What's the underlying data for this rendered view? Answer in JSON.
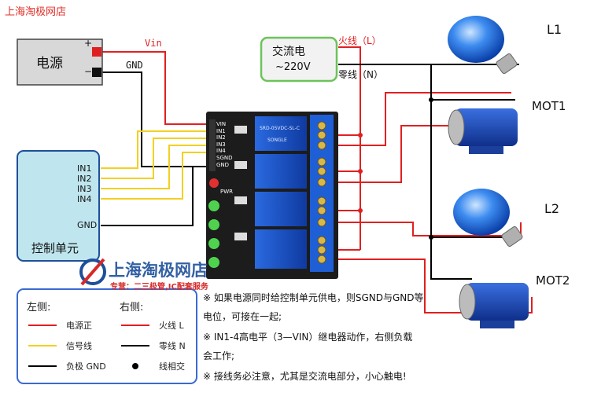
{
  "shop_name": "上海淘极网店",
  "power_supply": {
    "title": "电源",
    "plus": "+",
    "minus": "−",
    "vin_label": "Vin",
    "gnd_label": "GND"
  },
  "ac_source": {
    "line1": "交流电",
    "line2": "~220V",
    "live_label": "火线（L）",
    "neutral_label": "零线（N）"
  },
  "control_unit": {
    "title": "控制单元",
    "pins": [
      "IN1",
      "IN2",
      "IN3",
      "IN4"
    ],
    "gnd": "GND"
  },
  "relay_module": {
    "pin_labels": [
      "VIN",
      "IN1",
      "IN2",
      "IN3",
      "IN4",
      "SGND",
      "GND"
    ],
    "pwr_label": "PWR",
    "relay_text": [
      "SRD-05VDC-SL-C",
      "SONGLE"
    ]
  },
  "loads": [
    {
      "type": "lamp",
      "label": "L1"
    },
    {
      "type": "motor",
      "label": "MOT1"
    },
    {
      "type": "lamp",
      "label": "L2"
    },
    {
      "type": "motor",
      "label": "MOT2"
    }
  ],
  "watermark": {
    "text": "上海淘极网店",
    "sub": "专营：二三极管,IC配套服务"
  },
  "legend": {
    "left_header": "左侧:",
    "right_header": "右侧:",
    "left_items": [
      {
        "label": "电源正",
        "color": "#e02020"
      },
      {
        "label": "信号线",
        "color": "#f2d020"
      },
      {
        "label": "负极 GND",
        "color": "#000000"
      }
    ],
    "right_items": [
      {
        "label": "火线 L",
        "color": "#e02020"
      },
      {
        "label": "零线 N",
        "color": "#000000"
      },
      {
        "label": "线相交",
        "color": "#000000"
      }
    ]
  },
  "notes": [
    "※ 如果电源同时给控制单元供电，则SGND与GND等",
    "电位，可接在一起;",
    "※ IN1-4高电平（3—VIN）继电器动作，右侧负载",
    "会工作;",
    "※ 接线务必注意，尤其是交流电部分，小心触电!"
  ],
  "colors": {
    "red": "#e02020",
    "yellow": "#f2d020",
    "black": "#000000",
    "control_fill": "#bfe6ee",
    "ac_border": "#6cc35a",
    "pcb": "#1c1c1c",
    "relay": "#1f5fd6"
  }
}
